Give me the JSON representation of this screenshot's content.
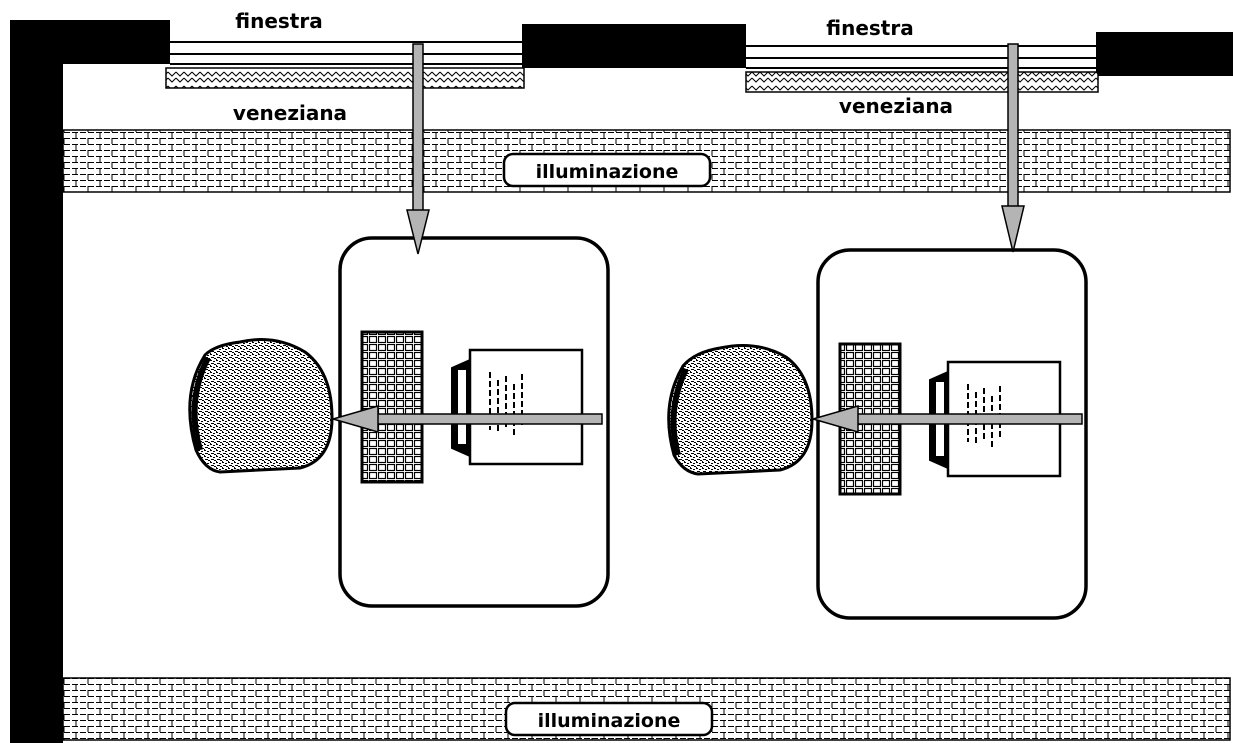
{
  "labels": {
    "window_left": "finestra",
    "window_right": "finestra",
    "blind_left": "veneziana",
    "blind_right": "veneziana",
    "lighting_top": "illuminazione",
    "lighting_bottom": "illuminazione"
  },
  "colors": {
    "wall": "#000000",
    "arrow": "#b4b4b4",
    "background": "#ffffff"
  }
}
